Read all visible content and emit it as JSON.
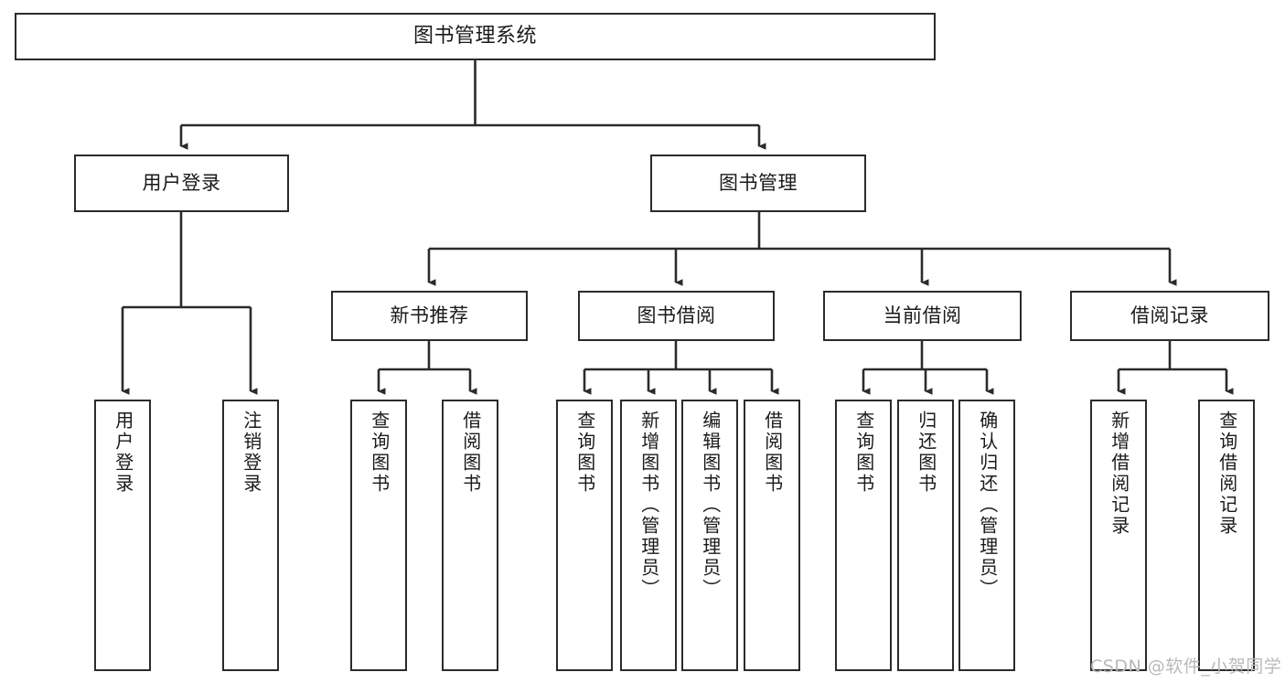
{
  "diagram": {
    "title": "图书管理系统",
    "type": "tree-hierarchy-diagram",
    "stroke_color": "#2b2b2b",
    "fill_color": "#ffffff",
    "text_color": "#1a1a1a"
  },
  "root": {
    "label": "图书管理系统"
  },
  "level1": [
    {
      "label": "用户登录"
    },
    {
      "label": "图书管理"
    }
  ],
  "level2": [
    {
      "label": "新书推荐"
    },
    {
      "label": "图书借阅"
    },
    {
      "label": "当前借阅"
    },
    {
      "label": "借阅记录"
    }
  ],
  "leaves": {
    "user_login": [
      {
        "label": "用户登录"
      },
      {
        "label": "注销登录"
      }
    ],
    "new_book_recommend": [
      {
        "label": "查询图书"
      },
      {
        "label": "借阅图书"
      }
    ],
    "book_borrow": [
      {
        "label": "查询图书"
      },
      {
        "label": "新增图书（管理员）"
      },
      {
        "label": "编辑图书（管理员）"
      },
      {
        "label": "借阅图书"
      }
    ],
    "current_borrow": [
      {
        "label": "查询图书"
      },
      {
        "label": "归还图书"
      },
      {
        "label": "确认归还（管理员）"
      }
    ],
    "borrow_record": [
      {
        "label": "新增借阅记录"
      },
      {
        "label": "查询借阅记录"
      }
    ]
  },
  "watermark": {
    "text": "CSDN @软件_小贺同学"
  }
}
